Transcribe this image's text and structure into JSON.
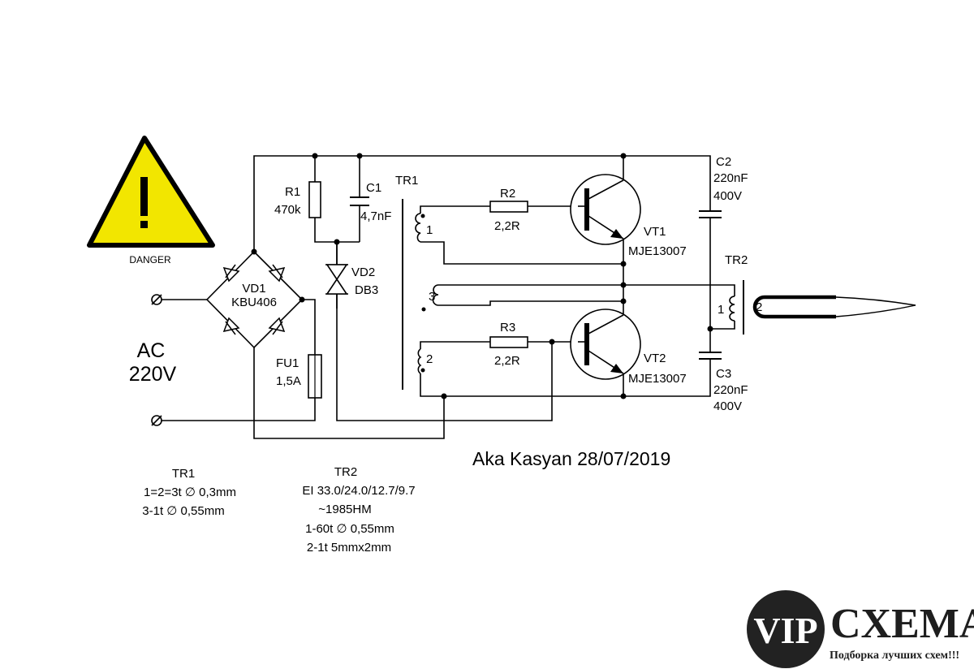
{
  "warning": {
    "label": "DANGER",
    "colors": {
      "fill": "#f2e600",
      "stroke": "#000000"
    }
  },
  "input": {
    "label_ac": "AC",
    "label_voltage": "220V"
  },
  "components": {
    "vd1": {
      "ref": "VD1",
      "value": "KBU406"
    },
    "fu1": {
      "ref": "FU1",
      "value": "1,5A"
    },
    "r1": {
      "ref": "R1",
      "value": "470k"
    },
    "c1": {
      "ref": "C1",
      "value": "4,7nF"
    },
    "vd2": {
      "ref": "VD2",
      "value": "DB3"
    },
    "tr1": {
      "ref": "TR1",
      "pin1": "1",
      "pin2": "2",
      "pin3": "3"
    },
    "r2": {
      "ref": "R2",
      "value": "2,2R"
    },
    "r3": {
      "ref": "R3",
      "value": "2,2R"
    },
    "vt1": {
      "ref": "VT1",
      "value": "MJE13007"
    },
    "vt2": {
      "ref": "VT2",
      "value": "MJE13007"
    },
    "c2": {
      "ref": "C2",
      "value": "220nF",
      "rating": "400V"
    },
    "c3": {
      "ref": "C3",
      "value": "220nF",
      "rating": "400V"
    },
    "tr2": {
      "ref": "TR2",
      "pin1": "1",
      "pin2": "2"
    }
  },
  "notes": {
    "tr1": {
      "title": "TR1",
      "line1": "1=2=3t ∅ 0,3mm",
      "line2": "3-1t ∅ 0,55mm"
    },
    "tr2": {
      "title": "TR2",
      "line1": "EI 33.0/24.0/12.7/9.7",
      "line2": "~1985HM",
      "line3": "1-60t ∅ 0,55mm",
      "line4": "2-1t 5mmx2mm"
    }
  },
  "signature": "Aka Kasyan 28/07/2019",
  "logo": {
    "circle_text": "VIP",
    "brand": "CXEMA",
    "tagline": "Подборка лучших схем!!!",
    "colors": {
      "circle": "#222222",
      "text": "#1e1e1e"
    }
  }
}
